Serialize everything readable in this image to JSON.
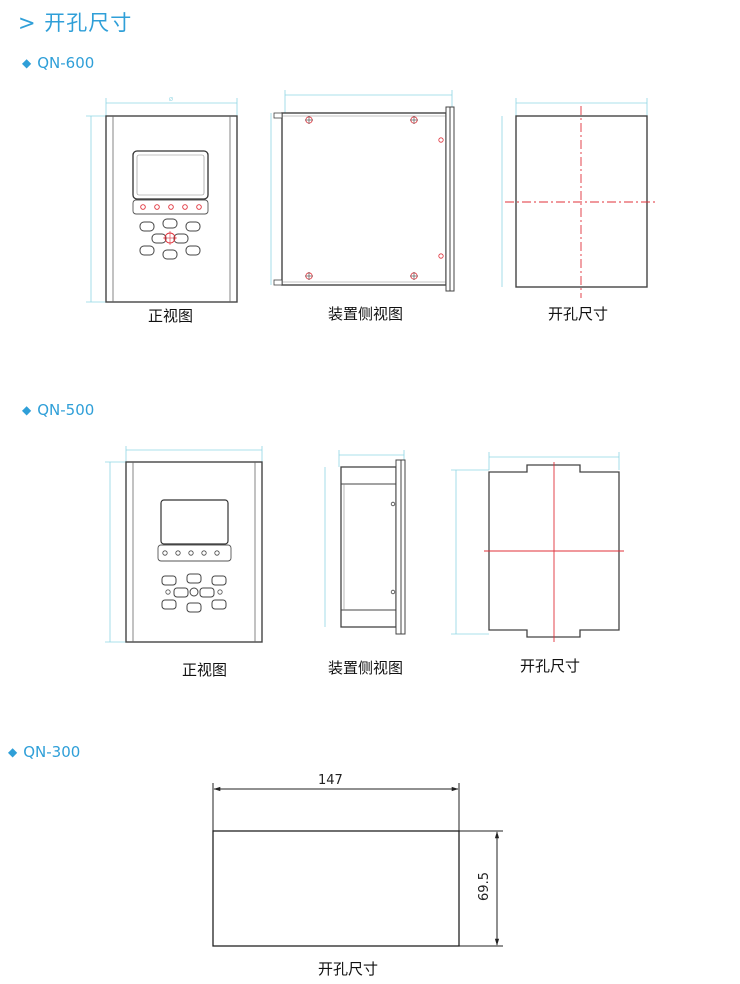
{
  "page": {
    "title": "> 开孔尺寸"
  },
  "sections": [
    {
      "name": "QN-600",
      "captions": [
        "正视图",
        "装置侧视图",
        "开孔尺寸"
      ]
    },
    {
      "name": "QN-500",
      "captions": [
        "正视图",
        "装置侧视图",
        "开孔尺寸"
      ]
    },
    {
      "name": "QN-300",
      "captions": [
        "开孔尺寸"
      ],
      "dims": {
        "width": "147",
        "height": "69.5"
      }
    }
  ],
  "colors": {
    "accent": "#2f9fd8",
    "line": "#444444",
    "dim": "#8fd6e4",
    "center": "#e0303a"
  },
  "icons": {
    "bullet": "diamond-icon"
  }
}
